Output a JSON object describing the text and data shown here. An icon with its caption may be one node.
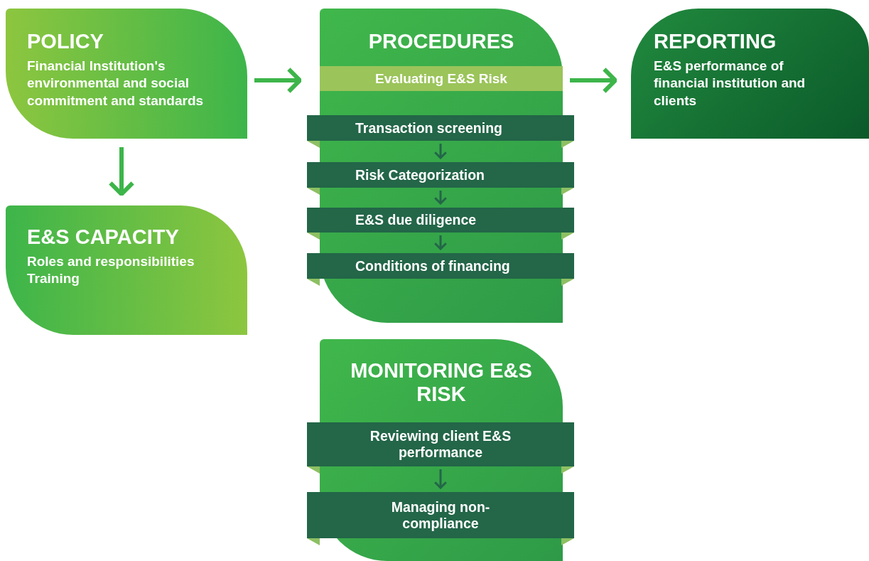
{
  "diagram": {
    "nodes": [
      {
        "text": [
          "POLICY",
          "Financial Institution's environmental and social commitment and standards"
        ]
      },
      {
        "text": [
          "E&S CAPACITY",
          "Roles and responsibilities",
          "Training"
        ]
      },
      {
        "text": [
          "PROCEDURES"
        ]
      },
      {
        "text": [
          "Evaluating E&S Risk"
        ],
        "in": 2
      },
      {
        "text": [
          "Transaction screening"
        ],
        "in": 2
      },
      {
        "text": [
          "Risk Categorization"
        ],
        "in": 2
      },
      {
        "text": [
          "E&S due diligence"
        ],
        "in": 2
      },
      {
        "text": [
          "Conditions of financing"
        ],
        "in": 2
      },
      {
        "text": [
          "REPORTING",
          "E&S performance of financial institution and clients"
        ]
      },
      {
        "text": [
          "MONITORING E&S RISK"
        ]
      },
      {
        "text": [
          "Reviewing client E&S performance"
        ],
        "in": 9
      },
      {
        "text": [
          "Managing non- compliance"
        ],
        "in": 9
      }
    ],
    "edges": [
      {
        "from": 0,
        "to": 2,
        "arrow": "to",
        "style": "thick",
        "color": "#3db54a"
      },
      {
        "from": 2,
        "to": 8,
        "arrow": "to",
        "style": "thick",
        "color": "#3db54a"
      },
      {
        "from": 0,
        "to": 1,
        "arrow": "to",
        "style": "thick",
        "color": "#3db54a"
      },
      {
        "from": 4,
        "to": 5,
        "arrow": "to"
      },
      {
        "from": 5,
        "to": 6,
        "arrow": "to"
      },
      {
        "from": 6,
        "to": 7,
        "arrow": "to"
      },
      {
        "from": 10,
        "to": 11,
        "arrow": "to"
      }
    ]
  }
}
